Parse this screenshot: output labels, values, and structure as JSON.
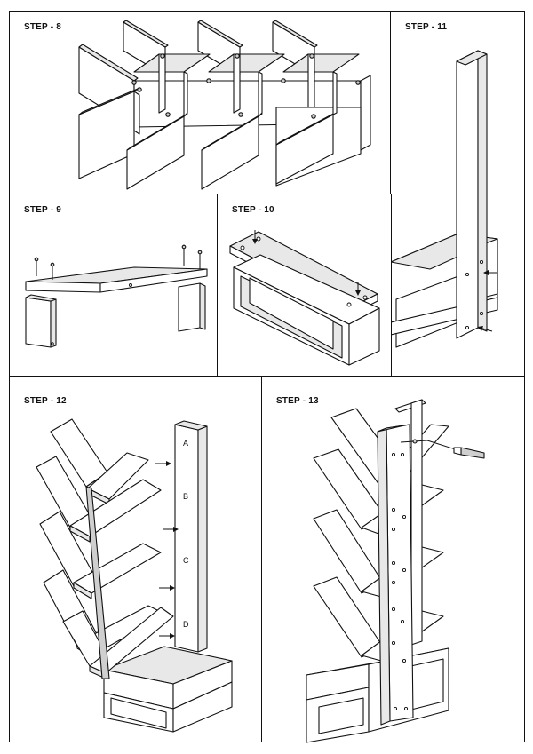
{
  "steps": {
    "step8": {
      "label": "STEP - 8"
    },
    "step9": {
      "label": "STEP - 9"
    },
    "step10": {
      "label": "STEP - 10"
    },
    "step11": {
      "label": "STEP - 11"
    },
    "step12": {
      "label": "STEP - 12",
      "markers": [
        "A",
        "B",
        "C",
        "D"
      ]
    },
    "step13": {
      "label": "STEP - 13"
    }
  },
  "colors": {
    "line": "#111111",
    "shade": "#e8e8e8",
    "background": "#ffffff"
  }
}
